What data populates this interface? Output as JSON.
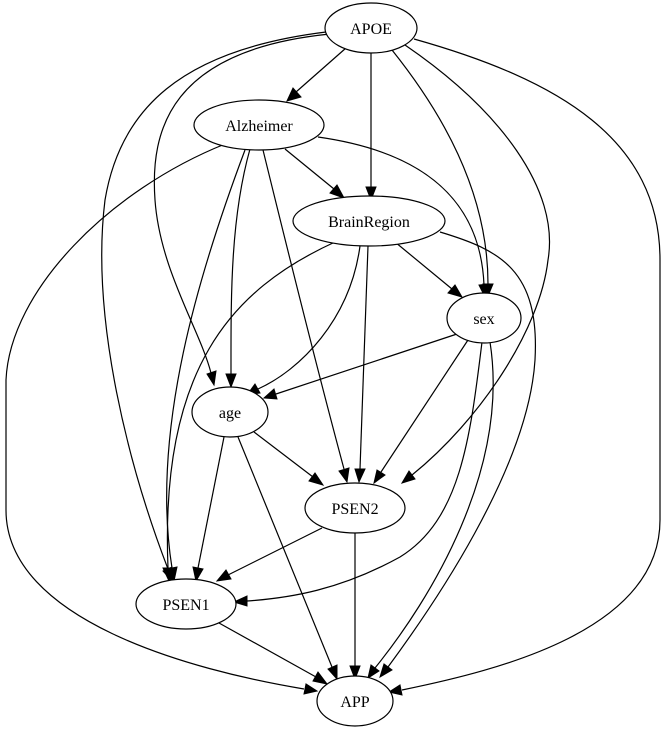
{
  "nodes": {
    "apoe": "APOE",
    "alzheimer": "Alzheimer",
    "brainregion": "BrainRegion",
    "sex": "sex",
    "age": "age",
    "psen2": "PSEN2",
    "psen1": "PSEN1",
    "app": "APP"
  },
  "edges": [
    {
      "from": "APOE",
      "to": "Alzheimer"
    },
    {
      "from": "APOE",
      "to": "BrainRegion"
    },
    {
      "from": "APOE",
      "to": "sex"
    },
    {
      "from": "APOE",
      "to": "age"
    },
    {
      "from": "APOE",
      "to": "PSEN2"
    },
    {
      "from": "APOE",
      "to": "PSEN1"
    },
    {
      "from": "APOE",
      "to": "APP"
    },
    {
      "from": "Alzheimer",
      "to": "BrainRegion"
    },
    {
      "from": "Alzheimer",
      "to": "sex"
    },
    {
      "from": "Alzheimer",
      "to": "age"
    },
    {
      "from": "Alzheimer",
      "to": "PSEN2"
    },
    {
      "from": "Alzheimer",
      "to": "PSEN1"
    },
    {
      "from": "Alzheimer",
      "to": "APP"
    },
    {
      "from": "BrainRegion",
      "to": "sex"
    },
    {
      "from": "BrainRegion",
      "to": "age"
    },
    {
      "from": "BrainRegion",
      "to": "PSEN2"
    },
    {
      "from": "BrainRegion",
      "to": "PSEN1"
    },
    {
      "from": "BrainRegion",
      "to": "APP"
    },
    {
      "from": "sex",
      "to": "age"
    },
    {
      "from": "sex",
      "to": "PSEN2"
    },
    {
      "from": "sex",
      "to": "PSEN1"
    },
    {
      "from": "sex",
      "to": "APP"
    },
    {
      "from": "age",
      "to": "PSEN2"
    },
    {
      "from": "age",
      "to": "PSEN1"
    },
    {
      "from": "age",
      "to": "APP"
    },
    {
      "from": "PSEN2",
      "to": "PSEN1"
    },
    {
      "from": "PSEN2",
      "to": "APP"
    },
    {
      "from": "PSEN1",
      "to": "APP"
    }
  ]
}
